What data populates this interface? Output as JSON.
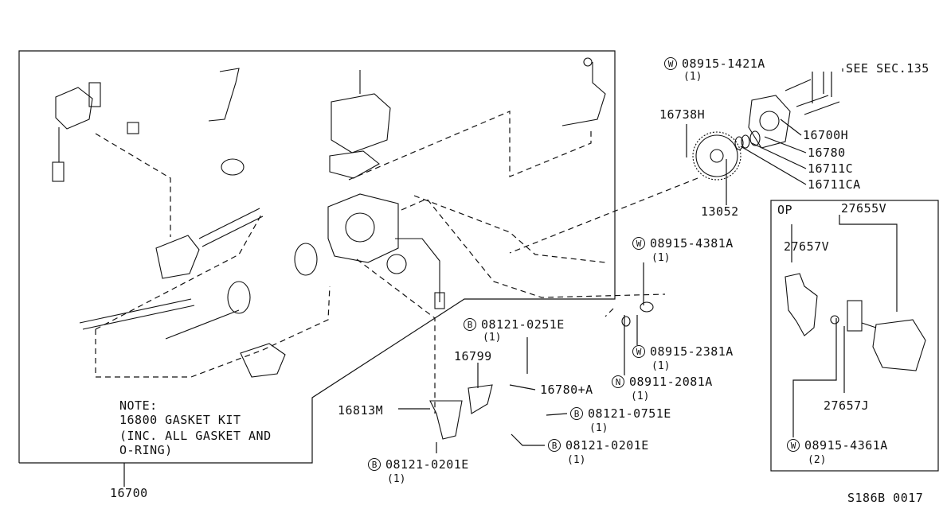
{
  "diagram": {
    "op_label": "OP",
    "ref_code": "S186B 0017",
    "note": {
      "lines": [
        "NOTE:",
        "16800 GASKET KIT",
        "(INC. ALL GASKET AND",
        "O-RING)"
      ]
    },
    "callouts": {
      "w_08915_1421a": {
        "badge": "W",
        "part": "08915-1421A",
        "qty": "(1)"
      },
      "see_sec": {
        "part": "SEE SEC.135"
      },
      "p16738h": {
        "part": "16738H"
      },
      "p16700h": {
        "part": "16700H"
      },
      "p16780": {
        "part": "16780"
      },
      "p16711c": {
        "part": "16711C"
      },
      "p16711ca": {
        "part": "16711CA"
      },
      "p13052": {
        "part": "13052"
      },
      "w_08915_4381a": {
        "badge": "W",
        "part": "08915-4381A",
        "qty": "(1)"
      },
      "b_08121_0251e": {
        "badge": "B",
        "part": "08121-0251E",
        "qty": "(1)"
      },
      "p16799": {
        "part": "16799"
      },
      "p16780a": {
        "part": "16780+A"
      },
      "w_08915_2381a": {
        "badge": "W",
        "part": "08915-2381A",
        "qty": "(1)"
      },
      "n_08911_2081a": {
        "badge": "N",
        "part": "08911-2081A",
        "qty": "(1)"
      },
      "p16813m": {
        "part": "16813M"
      },
      "b_08121_0751e": {
        "badge": "B",
        "part": "08121-0751E",
        "qty": "(1)"
      },
      "b_08121_0201e_a": {
        "badge": "B",
        "part": "08121-0201E",
        "qty": "(1)"
      },
      "b_08121_0201e_b": {
        "badge": "B",
        "part": "08121-0201E",
        "qty": "(1)"
      },
      "p16700": {
        "part": "16700"
      },
      "p27655v": {
        "part": "27655V"
      },
      "p27657v": {
        "part": "27657V"
      },
      "p27657j": {
        "part": "27657J"
      },
      "w_08915_4361a": {
        "badge": "W",
        "part": "08915-4361A",
        "qty": "(2)"
      }
    }
  }
}
